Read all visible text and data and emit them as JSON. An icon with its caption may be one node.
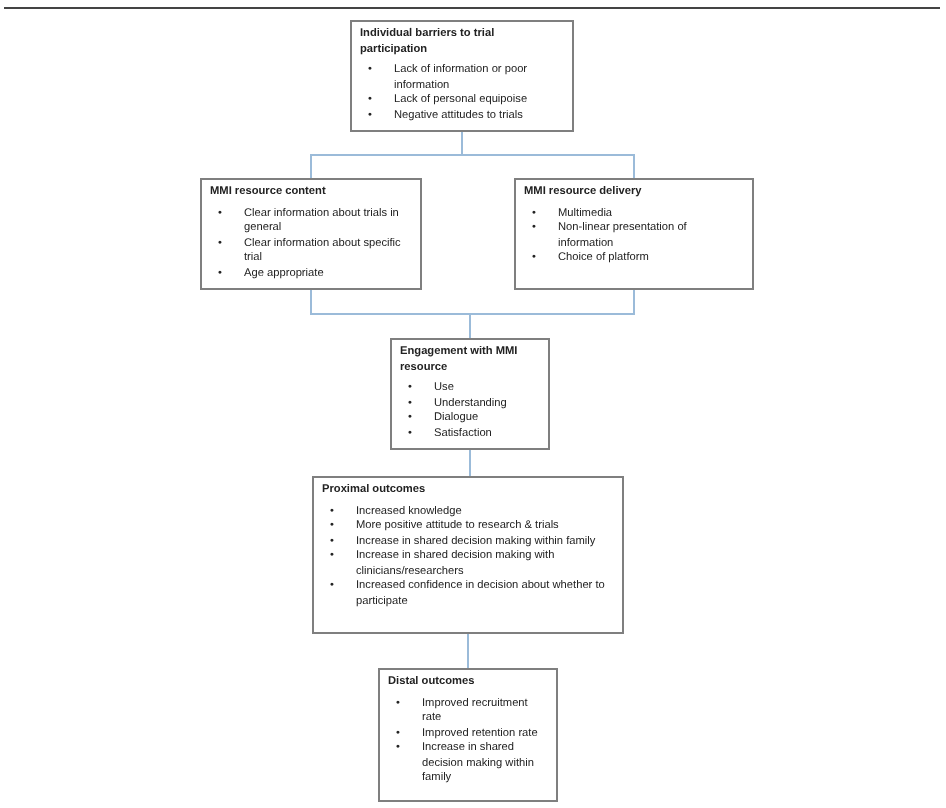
{
  "diagram": {
    "nodes": [
      {
        "text": [
          "Individual barriers to trial participation",
          "•",
          "Lack of information or poor information",
          "•",
          "Lack of personal equipoise",
          "•",
          "Negative attitudes to trials"
        ]
      },
      {
        "text": [
          "MMI resource content",
          "•",
          "Clear information about trials in general",
          "•",
          "Clear information about specific trial",
          "•",
          "Age appropriate"
        ]
      },
      {
        "text": [
          "MMI resource delivery",
          "•",
          "Multimedia",
          "•",
          "Non-linear presentation of information",
          "•",
          "Choice of platform"
        ]
      },
      {
        "text": [
          "Engagement with MMI resource",
          "•",
          "Use",
          "•",
          "Understanding",
          "•",
          "Dialogue",
          "•",
          "Satisfaction"
        ]
      },
      {
        "text": [
          "Proximal outcomes",
          "•",
          "Increased knowledge",
          "•",
          "More positive attitude to research & trials",
          "•",
          "Increase in shared decision making within family",
          "•",
          "Increase in shared decision making with clinicians/researchers",
          "•",
          "Increased confidence in decision about whether to participate"
        ]
      },
      {
        "text": [
          "Distal outcomes",
          "•",
          "Improved recruitment rate",
          "•",
          "Improved retention rate",
          "•",
          "Increase in shared decision making within family"
        ]
      }
    ],
    "edges": [
      {
        "from": 0,
        "to": 1,
        "arrow": "none"
      },
      {
        "from": 0,
        "to": 2,
        "arrow": "none"
      },
      {
        "from": 1,
        "to": 3,
        "arrow": "none"
      },
      {
        "from": 2,
        "to": 3,
        "arrow": "none"
      },
      {
        "from": 3,
        "to": 4,
        "arrow": "none"
      },
      {
        "from": 4,
        "to": 5,
        "arrow": "none"
      }
    ]
  }
}
